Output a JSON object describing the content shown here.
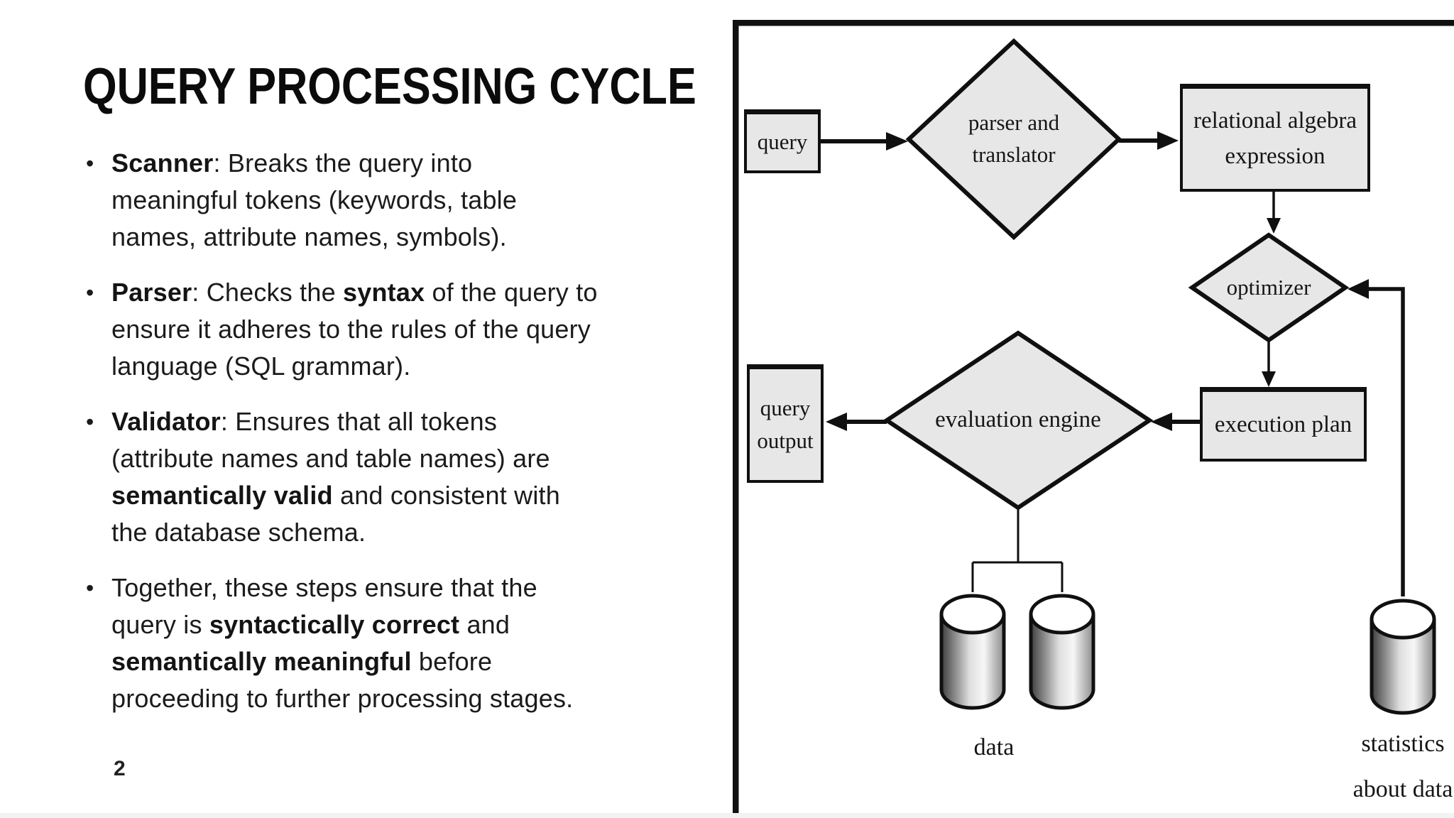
{
  "slide": {
    "title": "QUERY PROCESSING CYCLE",
    "page_number": "2",
    "bullets": [
      {
        "runs": [
          {
            "t": "Scanner",
            "b": true
          },
          {
            "t": ": Breaks the query into"
          },
          {
            "br": true
          },
          {
            "t": "meaningful tokens (keywords, table"
          },
          {
            "br": true
          },
          {
            "t": "names, attribute names, symbols)."
          }
        ]
      },
      {
        "runs": [
          {
            "t": "Parser",
            "b": true
          },
          {
            "t": ": Checks the "
          },
          {
            "t": "syntax",
            "b": true
          },
          {
            "t": " of the query to"
          },
          {
            "br": true
          },
          {
            "t": "ensure it adheres to the rules of the query"
          },
          {
            "br": true
          },
          {
            "t": "language (SQL grammar)."
          }
        ]
      },
      {
        "runs": [
          {
            "t": "Validator",
            "b": true
          },
          {
            "t": ": Ensures that all tokens"
          },
          {
            "br": true
          },
          {
            "t": "(attribute names and table names) are"
          },
          {
            "br": true
          },
          {
            "t": "semantically valid",
            "b": true
          },
          {
            "t": " and consistent with"
          },
          {
            "br": true
          },
          {
            "t": "the database schema."
          }
        ]
      },
      {
        "runs": [
          {
            "t": "Together, these steps ensure that the"
          },
          {
            "br": true
          },
          {
            "t": "query is "
          },
          {
            "t": "syntactically correct",
            "b": true
          },
          {
            "t": " and"
          },
          {
            "br": true
          },
          {
            "t": "semantically meaningful",
            "b": true
          },
          {
            "t": " before"
          },
          {
            "br": true
          },
          {
            "t": "proceeding to further processing stages."
          }
        ]
      }
    ]
  },
  "diagram": {
    "nodes": {
      "query": {
        "label": "query"
      },
      "parser": {
        "label": "parser and translator"
      },
      "relational_algebra": {
        "label": "relational algebra expression"
      },
      "optimizer": {
        "label": "optimizer"
      },
      "execution_plan": {
        "label": "execution plan"
      },
      "evaluation_engine": {
        "label": "evaluation engine"
      },
      "query_output": {
        "label": "query output"
      }
    },
    "labels": {
      "data": "data",
      "statistics_line1": "statistics",
      "statistics_line2": "about data"
    },
    "colors": {
      "node_fill": "#e7e7e7",
      "stroke": "#101010",
      "background": "#ffffff"
    }
  }
}
